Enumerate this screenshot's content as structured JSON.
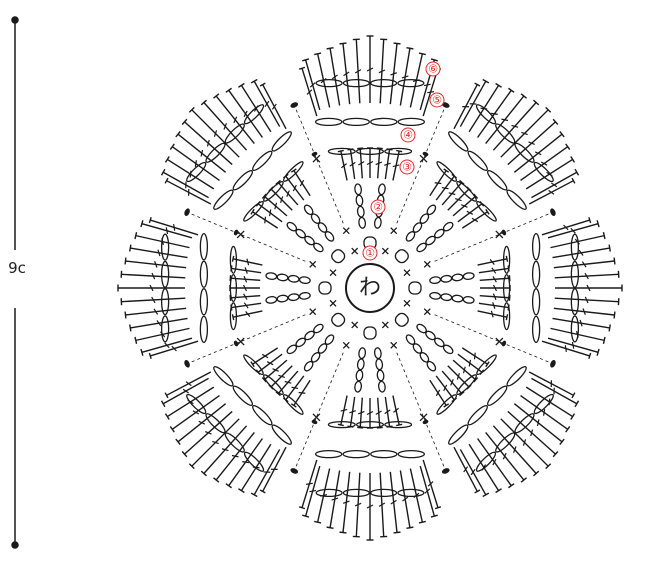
{
  "dimension_label": "9c",
  "center_label": "わ",
  "round_labels": [
    "①",
    "②",
    "③",
    "④",
    "⑤",
    "⑥"
  ],
  "colors": {
    "ink": "#1a1a1a",
    "round_number": "#e8242b"
  }
}
